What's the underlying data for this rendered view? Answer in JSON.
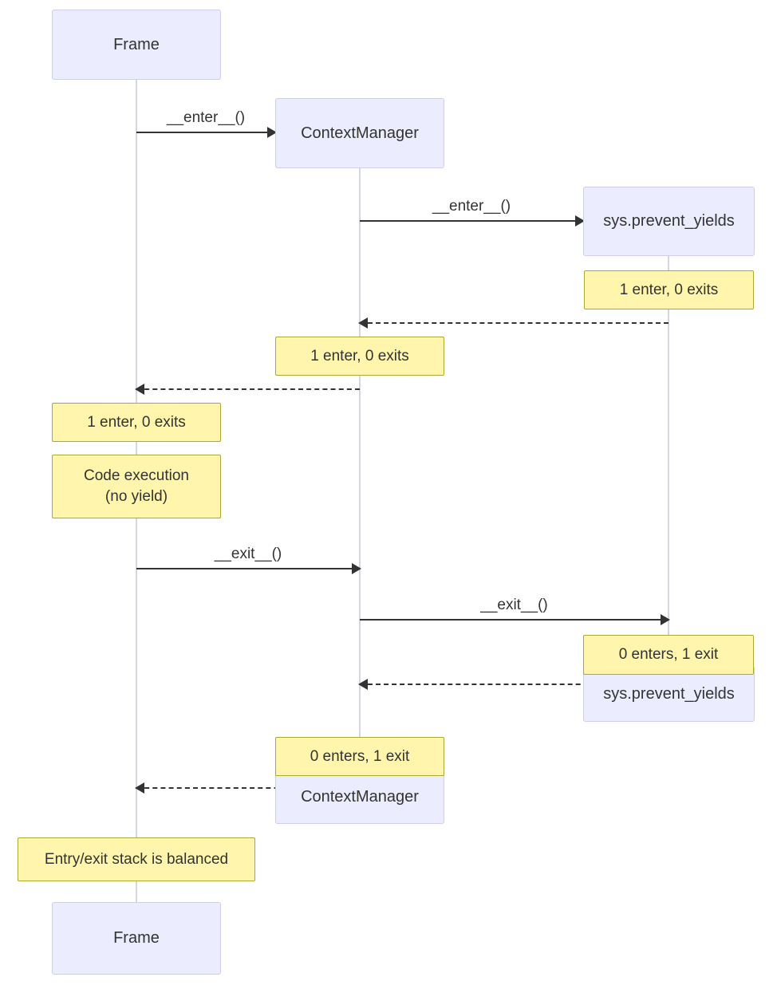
{
  "colors": {
    "actor-fill": "#ECECFF",
    "actor-border": "#CFCCF0",
    "note-fill": "#FFF5AD",
    "note-border": "#AAAA33",
    "lifeline": "#d5d5e3",
    "arrow": "#333333",
    "text": "#333333",
    "background": "#ffffff"
  },
  "participants": {
    "frame": {
      "label": "Frame"
    },
    "context_manager": {
      "label": "ContextManager"
    },
    "sys_prevent_yields": {
      "label": "sys.prevent_yields"
    }
  },
  "messages": {
    "enter_frame_to_cm": {
      "label": "__enter__()"
    },
    "enter_cm_to_sys": {
      "label": "__enter__()"
    },
    "exit_frame_to_cm": {
      "label": "__exit__()"
    },
    "exit_cm_to_sys": {
      "label": "__exit__()"
    }
  },
  "notes": {
    "sys_enter": {
      "text": "1 enter, 0 exits"
    },
    "cm_enter": {
      "text": "1 enter, 0 exits"
    },
    "frame_enter": {
      "text": "1 enter, 0 exits"
    },
    "code_execution": {
      "line1": "Code execution",
      "line2": "(no yield)"
    },
    "sys_exit": {
      "text": "0 enters, 1 exit"
    },
    "cm_exit": {
      "text": "0 enters, 1 exit"
    },
    "balanced": {
      "text": "Entry/exit stack is balanced"
    }
  }
}
